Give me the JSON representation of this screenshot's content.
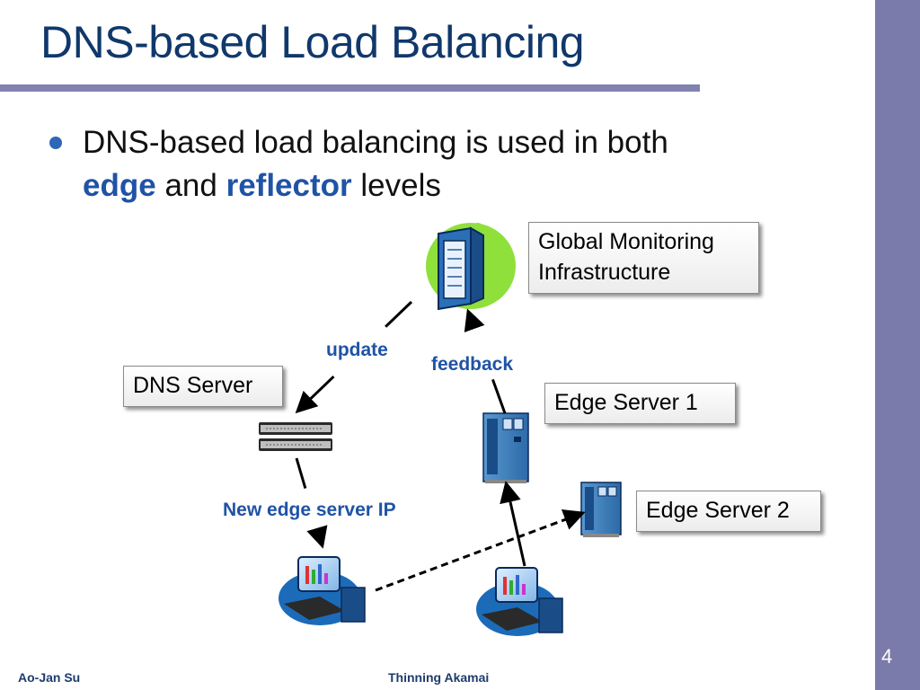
{
  "slide": {
    "title": "DNS-based Load Balancing",
    "page_number": "4"
  },
  "bullet": {
    "line1": "DNS-based load balancing is used in both",
    "edge": "edge",
    "and": "and",
    "reflector": "reflector",
    "levels": "levels"
  },
  "boxes": {
    "global_monitoring_line1": "Global Monitoring",
    "global_monitoring_line2": "Infrastructure",
    "dns_server": "DNS Server",
    "edge_server_1": "Edge Server 1",
    "edge_server_2": "Edge Server 2"
  },
  "labels": {
    "update": "update",
    "feedback": "feedback",
    "new_edge_ip": "New edge server IP"
  },
  "footer": {
    "author": "Ao-Jan Su",
    "center": "Thinning Akamai"
  },
  "colors": {
    "title": "#10386b",
    "accent_blue": "#1f53a6",
    "sidebar": "#7b7bab",
    "monitor_blob": "#8fe03a"
  }
}
